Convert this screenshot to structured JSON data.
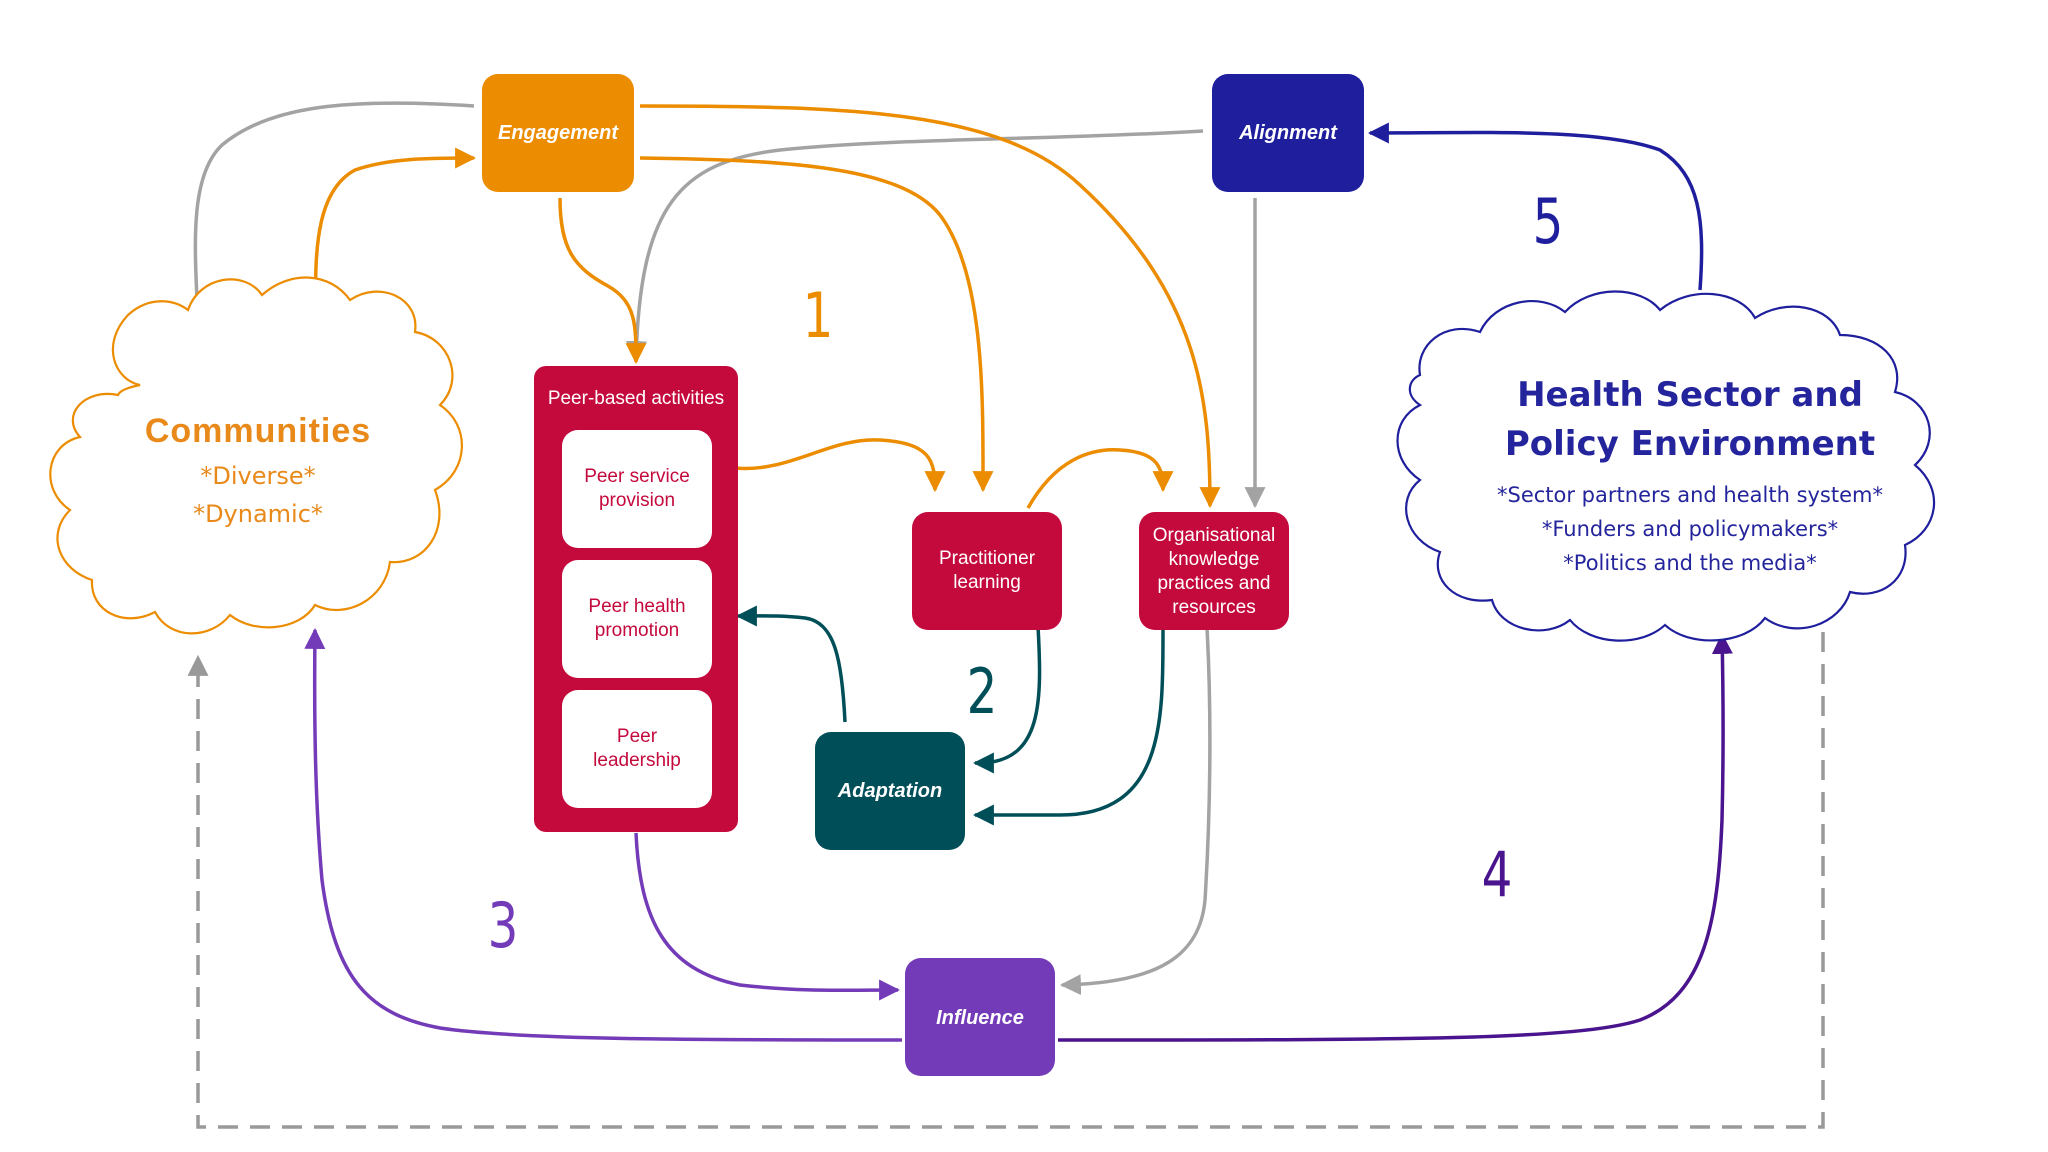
{
  "nodes": {
    "engagement": "Engagement",
    "alignment": "Alignment",
    "adaptation": "Adaptation",
    "influence": "Influence",
    "peer_activities": "Peer-based activities",
    "peer_service": [
      "Peer service",
      "provision"
    ],
    "peer_health": [
      "Peer health",
      "promotion"
    ],
    "peer_leadership": [
      "Peer",
      "leadership"
    ],
    "practitioner": [
      "Practitioner",
      "learning"
    ],
    "organisational": [
      "Organisational",
      "knowledge",
      "practices and",
      "resources"
    ]
  },
  "communities": {
    "title": "Communities",
    "items": [
      "*Diverse*",
      "*Dynamic*"
    ]
  },
  "health_sector": {
    "title": [
      "Health Sector and",
      "Policy Environment"
    ],
    "items": [
      "*Sector partners and health system*",
      "*Funders and policymakers*",
      "*Politics and the media*"
    ]
  },
  "loop_numbers": [
    "1",
    "2",
    "3",
    "4",
    "5"
  ],
  "colors": {
    "orange": "#EC8C00",
    "navy": "#1F1F9E",
    "red": "#C40A3C",
    "teal": "#004E58",
    "purple": "#733BB8",
    "dark_purple": "#4B148F",
    "grey": "#A3A3A3",
    "dash_grey": "#999999",
    "communities_text": "#E8891A",
    "health_text": "#24249C"
  }
}
